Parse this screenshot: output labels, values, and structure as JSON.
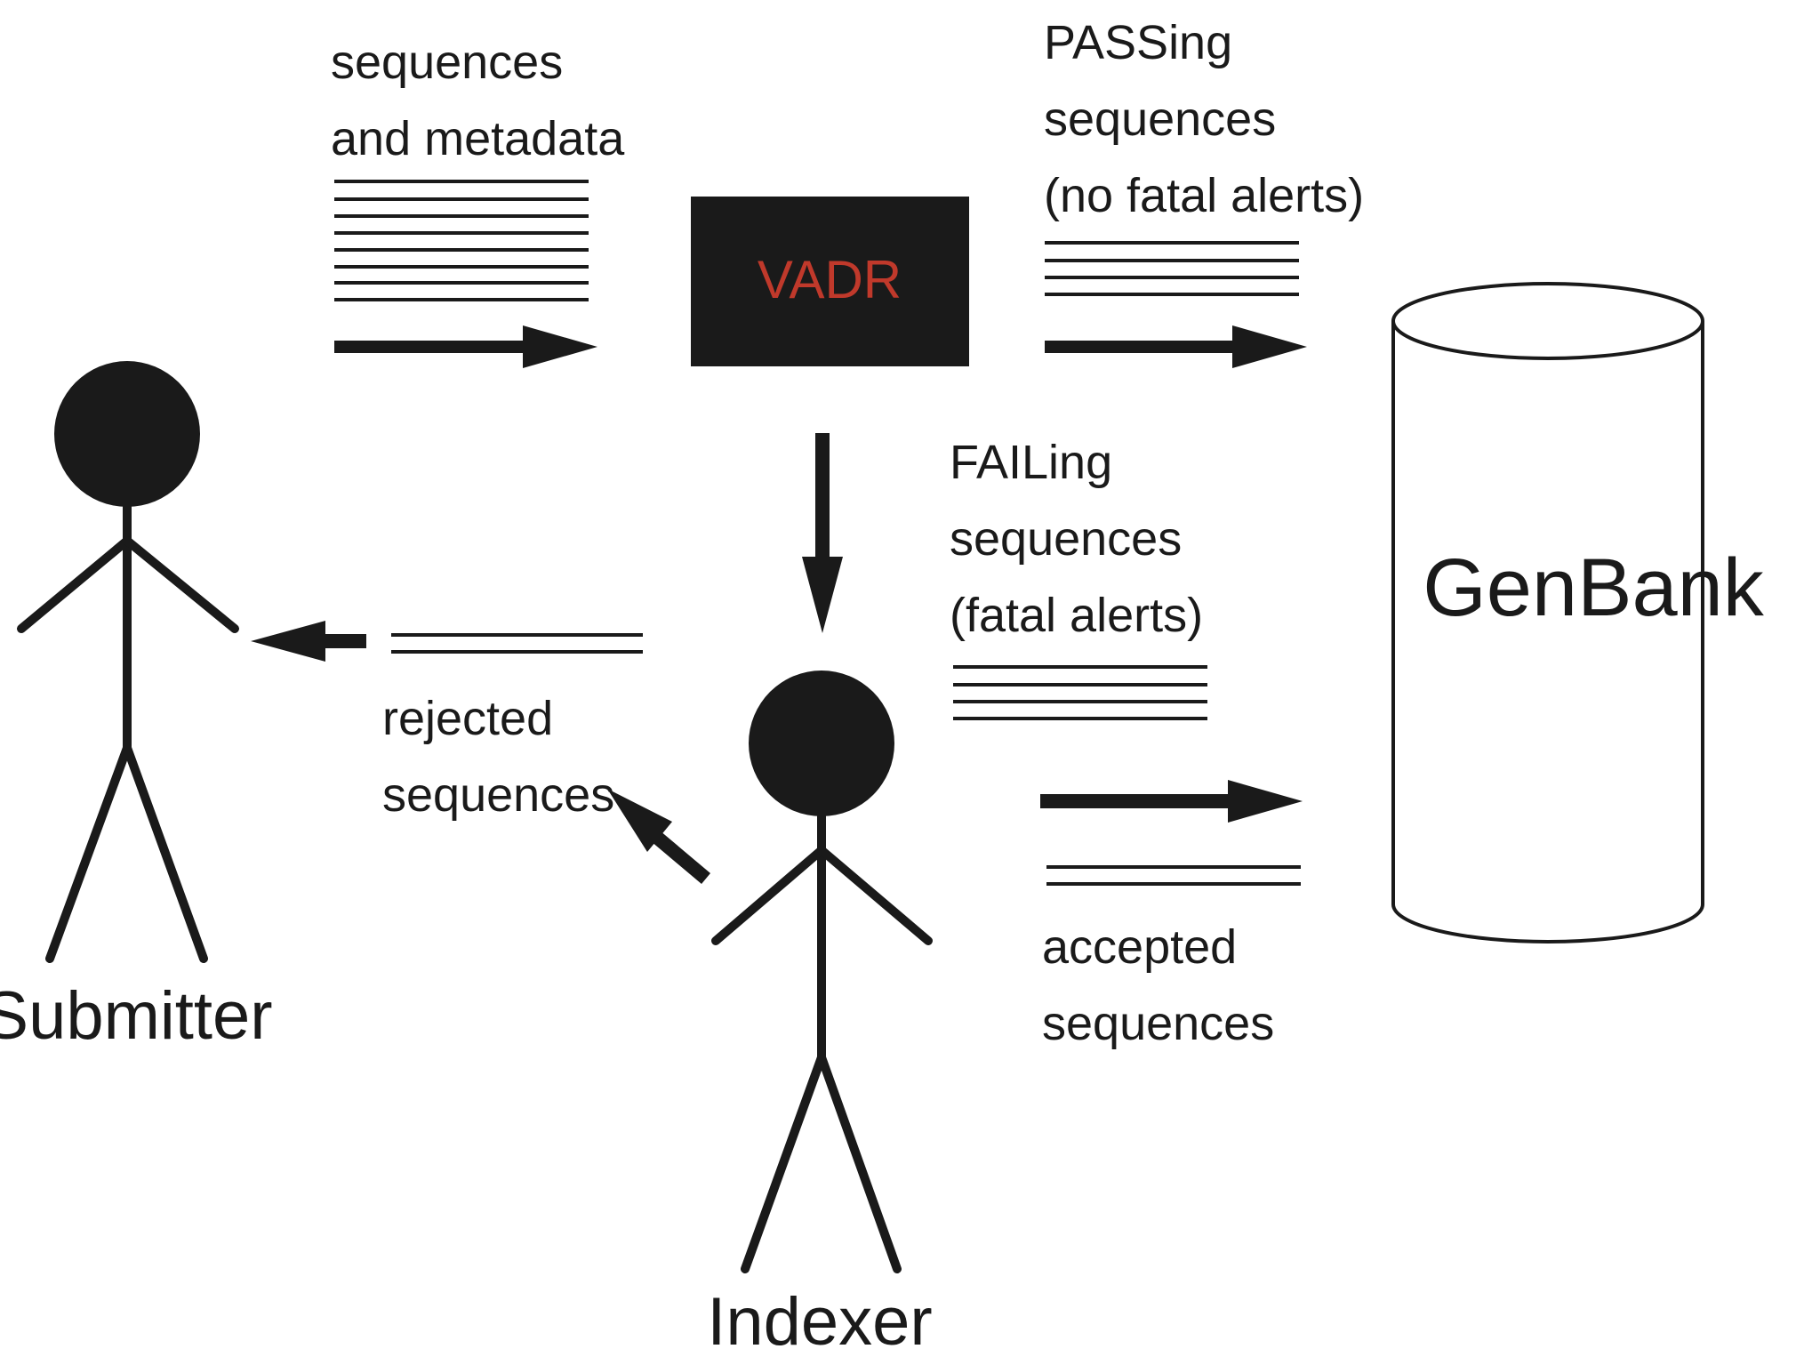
{
  "labels": {
    "submit_line1": "sequences",
    "submit_line2": "and metadata",
    "pass_line1": "PASSing",
    "pass_line2": "sequences",
    "pass_line3": "(no fatal alerts)",
    "fail_line1": "FAILing",
    "fail_line2": "sequences",
    "fail_line3": "(fatal alerts)",
    "rejected_line1": "rejected",
    "rejected_line2": "sequences",
    "accepted_line1": "accepted",
    "accepted_line2": "sequences"
  },
  "vadr": {
    "label": "VADR"
  },
  "database": {
    "label": "GenBank"
  },
  "actors": {
    "submitter": "Submitter",
    "indexer": "Indexer"
  },
  "colors": {
    "ink": "#1a1a1a",
    "vadr_text": "#c0392b",
    "background": "#ffffff"
  }
}
